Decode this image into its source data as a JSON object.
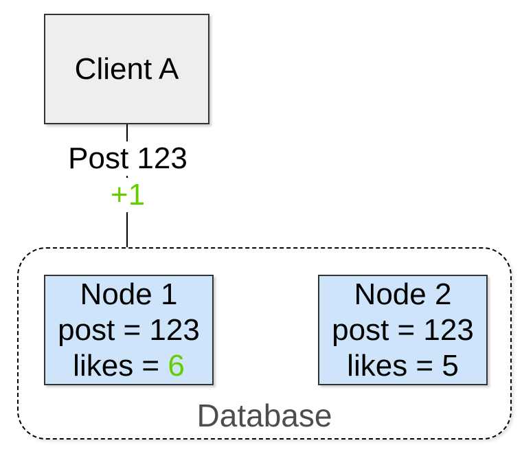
{
  "client": {
    "label": "Client A"
  },
  "edge": {
    "message": "Post 123",
    "increment": "+1"
  },
  "database": {
    "label": "Database",
    "nodes": [
      {
        "title": "Node 1",
        "post": "post = 123",
        "likes_label": "likes = ",
        "likes_value": "6",
        "likes_highlighted": true
      },
      {
        "title": "Node 2",
        "post": "post = 123",
        "likes_label": "likes = ",
        "likes_value": "5",
        "likes_highlighted": false
      }
    ]
  },
  "colors": {
    "increment_green": "#66cc00",
    "node_fill": "#cde4fa",
    "client_fill": "#eeeeee",
    "box_border": "#333333",
    "database_label_gray": "#4d4d4d"
  }
}
